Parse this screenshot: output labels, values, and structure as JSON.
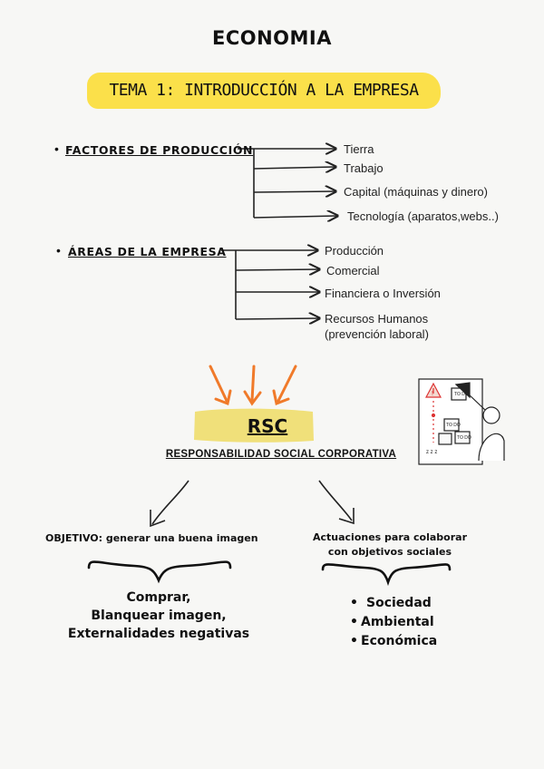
{
  "page_title": "ECONOMIA",
  "topic": "TEMA 1: INTRODUCCIÓN A LA EMPRESA",
  "factors": {
    "heading": "FACTORES DE PRODUCCIÓN",
    "items": [
      "Tierra",
      "Trabajo",
      "Capital (máquinas y dinero)",
      "Tecnología (aparatos,webs..)"
    ]
  },
  "areas": {
    "heading": "ÁREAS DE LA EMPRESA",
    "items": [
      "Producción",
      "Comercial",
      "Financiera o Inversión",
      "Recursos Humanos",
      "(prevención laboral)"
    ]
  },
  "rsc": {
    "label": "RSC",
    "full_name": "RESPONSABILIDAD SOCIAL CORPORATIVA",
    "left": {
      "heading": "OBJETIVO: generar una buena imagen",
      "lines": [
        "Comprar,",
        "Blanquear imagen,",
        "Externalidades negativas"
      ]
    },
    "right": {
      "heading_lines": [
        "Actuaciones para colaborar",
        "con objetivos sociales"
      ],
      "items": [
        "Sociedad",
        "Ambiental",
        "Económica"
      ]
    }
  },
  "illustration": {
    "notes": [
      "TO DO",
      "TO DO",
      "TO DO",
      "!",
      "z z z"
    ]
  },
  "colors": {
    "banner": "#fbe04a",
    "rsc_highlight": "#f0e07a",
    "arrows_orange": "#f07a2a",
    "warning_red": "#d33"
  }
}
